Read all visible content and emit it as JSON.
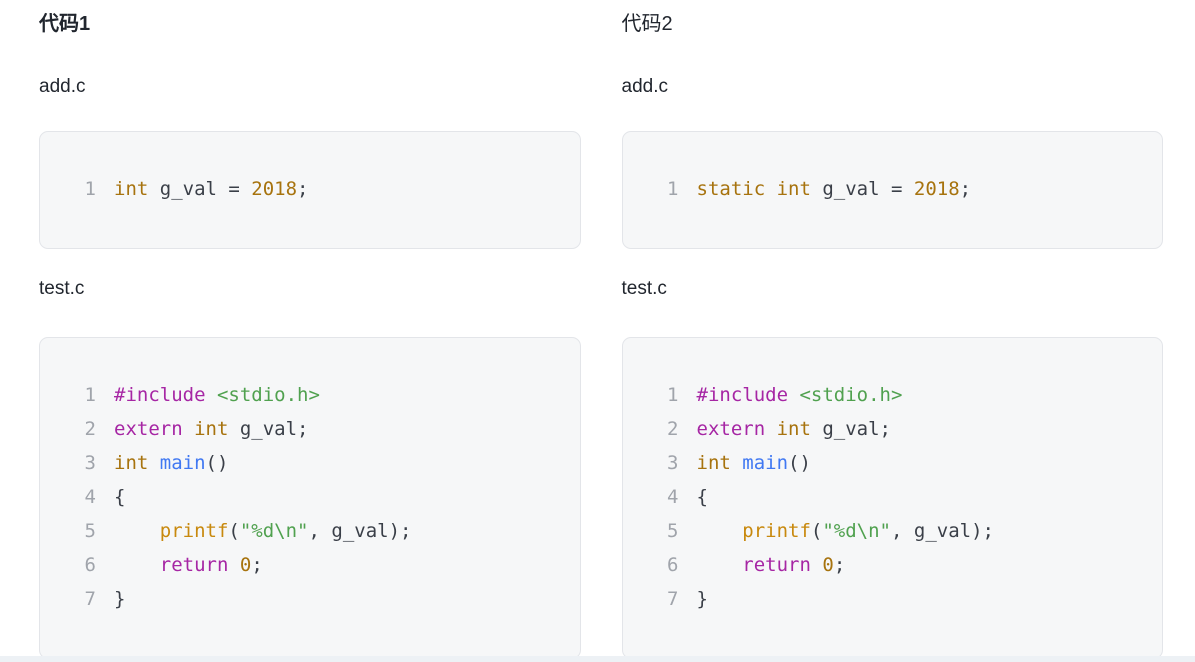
{
  "theme": {
    "colors": {
      "c-plain": "#3a3f48",
      "c-keyword": "#a626a4",
      "c-type": "#a7730e",
      "c-number": "#a7730e",
      "c-builtin": "#c8890e",
      "c-string": "#50a14f",
      "c-func": "#4078f2",
      "c-ln": "#a0a4ab",
      "c-block-bg": "#f6f7f8",
      "c-block-border": "#e3e5e9",
      "c-heading": "#21262e",
      "c-band": "#edf1f5"
    }
  },
  "columns": [
    {
      "title": "代码1",
      "title_class": "title-bold",
      "files": [
        {
          "label": "add.c",
          "code_lines": [
            {
              "no": "1",
              "tokens": [
                {
                  "style": "type",
                  "text": "int"
                },
                {
                  "style": "plain",
                  "text": " g_val = "
                },
                {
                  "style": "number",
                  "text": "2018"
                },
                {
                  "style": "plain",
                  "text": ";"
                }
              ]
            }
          ]
        },
        {
          "label": "test.c",
          "code_lines": [
            {
              "no": "1",
              "tokens": [
                {
                  "style": "meta",
                  "text": "#include"
                },
                {
                  "style": "plain",
                  "text": " "
                },
                {
                  "style": "string",
                  "text": "<stdio.h>"
                }
              ]
            },
            {
              "no": "2",
              "tokens": [
                {
                  "style": "keyword",
                  "text": "extern"
                },
                {
                  "style": "plain",
                  "text": " "
                },
                {
                  "style": "type",
                  "text": "int"
                },
                {
                  "style": "plain",
                  "text": " g_val;"
                }
              ]
            },
            {
              "no": "3",
              "tokens": [
                {
                  "style": "type",
                  "text": "int"
                },
                {
                  "style": "plain",
                  "text": " "
                },
                {
                  "style": "func",
                  "text": "main"
                },
                {
                  "style": "plain",
                  "text": "()"
                }
              ]
            },
            {
              "no": "4",
              "tokens": [
                {
                  "style": "plain",
                  "text": "{"
                }
              ]
            },
            {
              "no": "5",
              "tokens": [
                {
                  "style": "plain",
                  "text": "    "
                },
                {
                  "style": "builtin",
                  "text": "printf"
                },
                {
                  "style": "plain",
                  "text": "("
                },
                {
                  "style": "string",
                  "text": "\"%d\\n\""
                },
                {
                  "style": "plain",
                  "text": ", g_val);"
                }
              ]
            },
            {
              "no": "6",
              "tokens": [
                {
                  "style": "plain",
                  "text": "    "
                },
                {
                  "style": "keyword",
                  "text": "return"
                },
                {
                  "style": "plain",
                  "text": " "
                },
                {
                  "style": "number",
                  "text": "0"
                },
                {
                  "style": "plain",
                  "text": ";"
                }
              ]
            },
            {
              "no": "7",
              "tokens": [
                {
                  "style": "plain",
                  "text": "}"
                }
              ]
            }
          ]
        }
      ]
    },
    {
      "title": "代码2",
      "title_class": "title-normal",
      "files": [
        {
          "label": "add.c",
          "code_lines": [
            {
              "no": "1",
              "tokens": [
                {
                  "style": "type",
                  "text": "static"
                },
                {
                  "style": "plain",
                  "text": " "
                },
                {
                  "style": "type",
                  "text": "int"
                },
                {
                  "style": "plain",
                  "text": " g_val = "
                },
                {
                  "style": "number",
                  "text": "2018"
                },
                {
                  "style": "plain",
                  "text": ";"
                }
              ]
            }
          ]
        },
        {
          "label": "test.c",
          "code_lines": [
            {
              "no": "1",
              "tokens": [
                {
                  "style": "meta",
                  "text": "#include"
                },
                {
                  "style": "plain",
                  "text": " "
                },
                {
                  "style": "string",
                  "text": "<stdio.h>"
                }
              ]
            },
            {
              "no": "2",
              "tokens": [
                {
                  "style": "keyword",
                  "text": "extern"
                },
                {
                  "style": "plain",
                  "text": " "
                },
                {
                  "style": "type",
                  "text": "int"
                },
                {
                  "style": "plain",
                  "text": " g_val;"
                }
              ]
            },
            {
              "no": "3",
              "tokens": [
                {
                  "style": "type",
                  "text": "int"
                },
                {
                  "style": "plain",
                  "text": " "
                },
                {
                  "style": "func",
                  "text": "main"
                },
                {
                  "style": "plain",
                  "text": "()"
                }
              ]
            },
            {
              "no": "4",
              "tokens": [
                {
                  "style": "plain",
                  "text": "{"
                }
              ]
            },
            {
              "no": "5",
              "tokens": [
                {
                  "style": "plain",
                  "text": "    "
                },
                {
                  "style": "builtin",
                  "text": "printf"
                },
                {
                  "style": "plain",
                  "text": "("
                },
                {
                  "style": "string",
                  "text": "\"%d\\n\""
                },
                {
                  "style": "plain",
                  "text": ", g_val);"
                }
              ]
            },
            {
              "no": "6",
              "tokens": [
                {
                  "style": "plain",
                  "text": "    "
                },
                {
                  "style": "keyword",
                  "text": "return"
                },
                {
                  "style": "plain",
                  "text": " "
                },
                {
                  "style": "number",
                  "text": "0"
                },
                {
                  "style": "plain",
                  "text": ";"
                }
              ]
            },
            {
              "no": "7",
              "tokens": [
                {
                  "style": "plain",
                  "text": "}"
                }
              ]
            }
          ]
        }
      ]
    }
  ]
}
